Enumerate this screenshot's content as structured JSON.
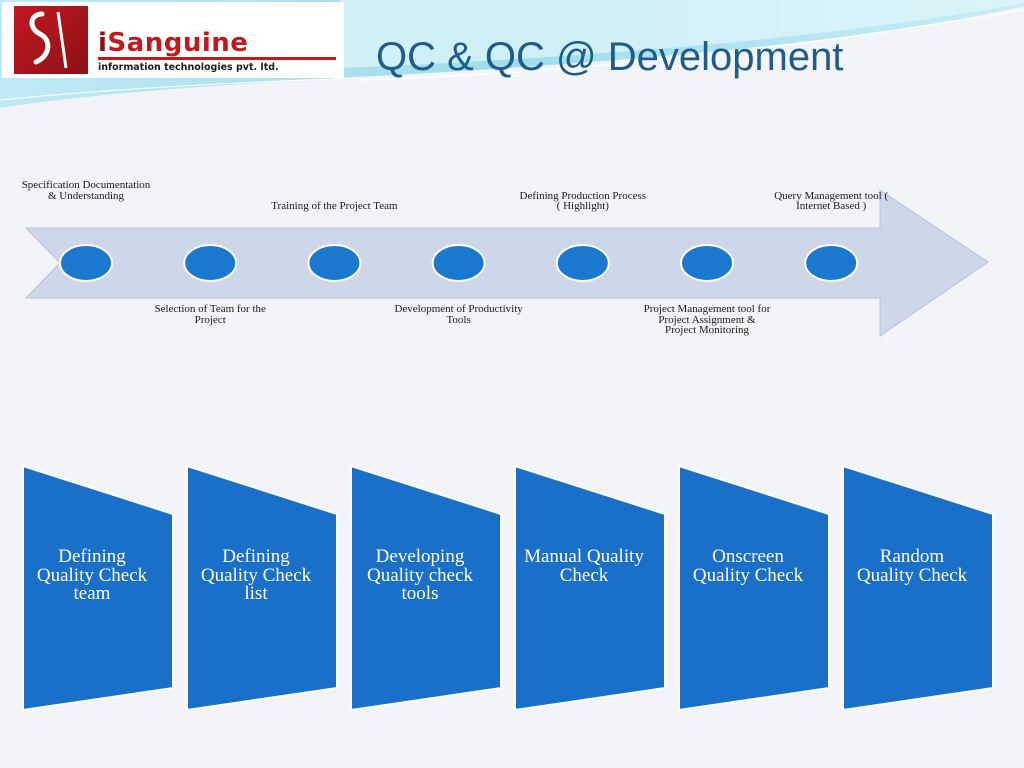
{
  "header": {
    "title": "QC & QC @ Development",
    "logo_brand_prefix": "i",
    "logo_brand_rest": "Sanguine",
    "logo_tagline": "information technologies pvt. ltd."
  },
  "timeline": {
    "arrow_color": "#ced6ea",
    "marker_color": "#1a78cf",
    "milestones": [
      {
        "label": "Specification Documentation & Understanding",
        "position": "above"
      },
      {
        "label": "Selection of Team for the Project",
        "position": "below"
      },
      {
        "label": "Training of the Project Team",
        "position": "above"
      },
      {
        "label": "Development of Productivity Tools",
        "position": "below"
      },
      {
        "label": "Defining Production Process ( Highlight)",
        "position": "above"
      },
      {
        "label": "Project Management tool for Project Assignment & Project Monitoring",
        "position": "below"
      },
      {
        "label": "Query Management tool ( Internet Based )",
        "position": "above"
      }
    ]
  },
  "steps": {
    "fill_color": "#1a6fc9",
    "items": [
      {
        "label": "Defining Quality Check team"
      },
      {
        "label": "Defining Quality Check list"
      },
      {
        "label": "Developing Quality check tools"
      },
      {
        "label": "Manual Quality Check"
      },
      {
        "label": "Onscreen Quality Check"
      },
      {
        "label": "Random Quality Check"
      }
    ]
  },
  "colors": {
    "title": "#1d5d8a",
    "logo_red": "#c0191f",
    "background": "#f3f4f7"
  }
}
